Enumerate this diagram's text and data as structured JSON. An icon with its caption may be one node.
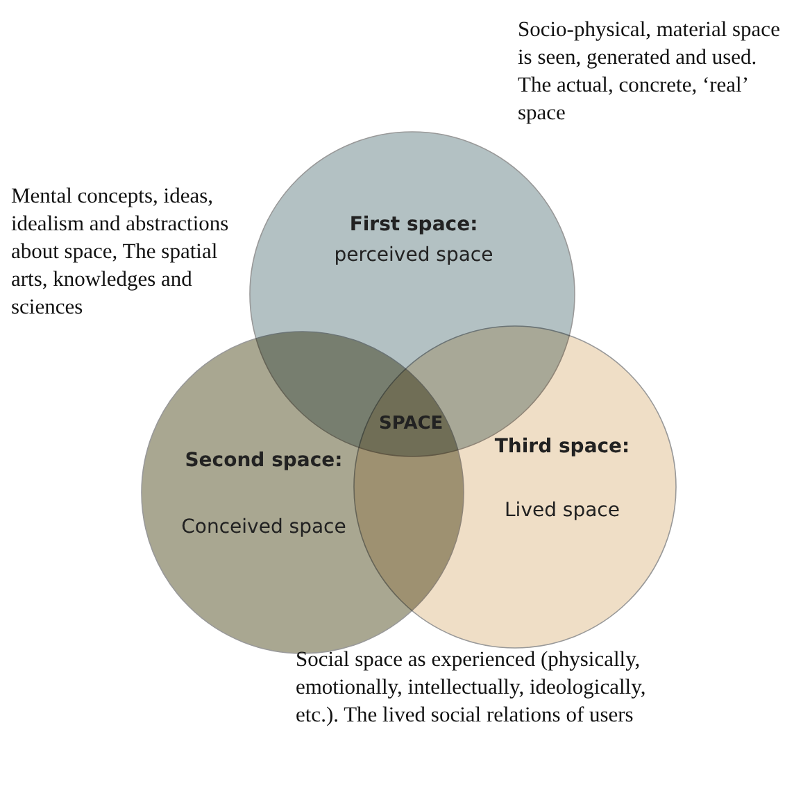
{
  "diagram": {
    "nodes": [
      {
        "text": [
          "First space:",
          "perceived space"
        ],
        "beside": [
          "Socio-physical, material space is seen, generated and used. The actual, concrete, ‘real’ space"
        ]
      },
      {
        "text": [
          "Second space:",
          "Conceived space"
        ],
        "beside": [
          "Mental concepts, ideas, idealism and abstractions about space, The spatial arts, knowledges and sciences"
        ]
      },
      {
        "text": [
          "Third space:",
          "Lived space"
        ],
        "beside": [
          "Social space as experienced (physically, emotionally, intellectually, ideologically, etc.). The lived social relations of users"
        ]
      }
    ],
    "edges": [],
    "labels": [
      "SPACE"
    ]
  }
}
